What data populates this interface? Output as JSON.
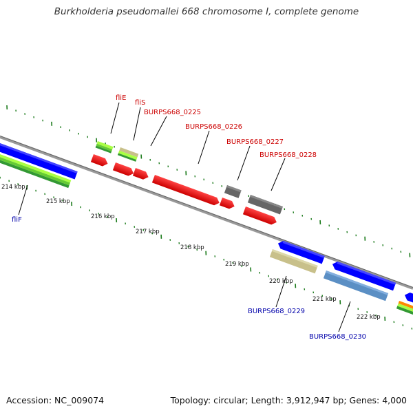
{
  "title": "Burkholderia pseudomallei 668 chromosome I, complete genome",
  "footer": {
    "accession": "Accession: NC_009074",
    "summary": "Topology: circular; Length: 3,912,947 bp; Genes: 4,000"
  },
  "scale_labels": [
    "214 kbp",
    "215 kbp",
    "216 kbp",
    "217 kbp",
    "218 kbp",
    "219 kbp",
    "220 kbp",
    "221 kbp",
    "222 kbp"
  ],
  "forward_gene_labels": [
    "fliE",
    "fliS",
    "BURPS668_0225",
    "BURPS668_0226",
    "BURPS668_0227",
    "BURPS668_0228"
  ],
  "reverse_gene_labels": [
    "fliF",
    "BURPS668_0229",
    "BURPS668_0230"
  ],
  "colors": {
    "forward_label": "#cc0000",
    "reverse_label": "#0000aa",
    "backbone": "#888888",
    "tick": "#1a7a1a",
    "cds": "#ff0000",
    "reverse_cds": "#0000ff",
    "gray_feature": "#666666",
    "khaki_feature": "#c8c08a",
    "steel_feature": "#5b8fc4",
    "green_feature": "#33aa33",
    "lime_feature": "#aaff44"
  }
}
